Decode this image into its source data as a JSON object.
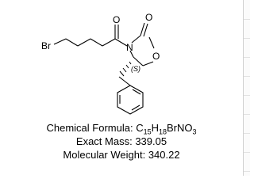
{
  "molecule": {
    "atoms": {
      "br": "Br",
      "o_acyl": "O",
      "o_carbonyl": "O",
      "n": "N",
      "o_ring": "O"
    },
    "stereo_label": "(S)"
  },
  "properties": {
    "formula_label": "Chemical Formula: ",
    "formula": [
      {
        "t": "C"
      },
      {
        "t": "15",
        "sub": true
      },
      {
        "t": "H"
      },
      {
        "t": "18",
        "sub": true
      },
      {
        "t": "BrNO"
      },
      {
        "t": "3",
        "sub": true
      }
    ],
    "exact_mass": "Exact Mass: 339.05",
    "molecular_weight": "Molecular Weight: 340.22"
  }
}
